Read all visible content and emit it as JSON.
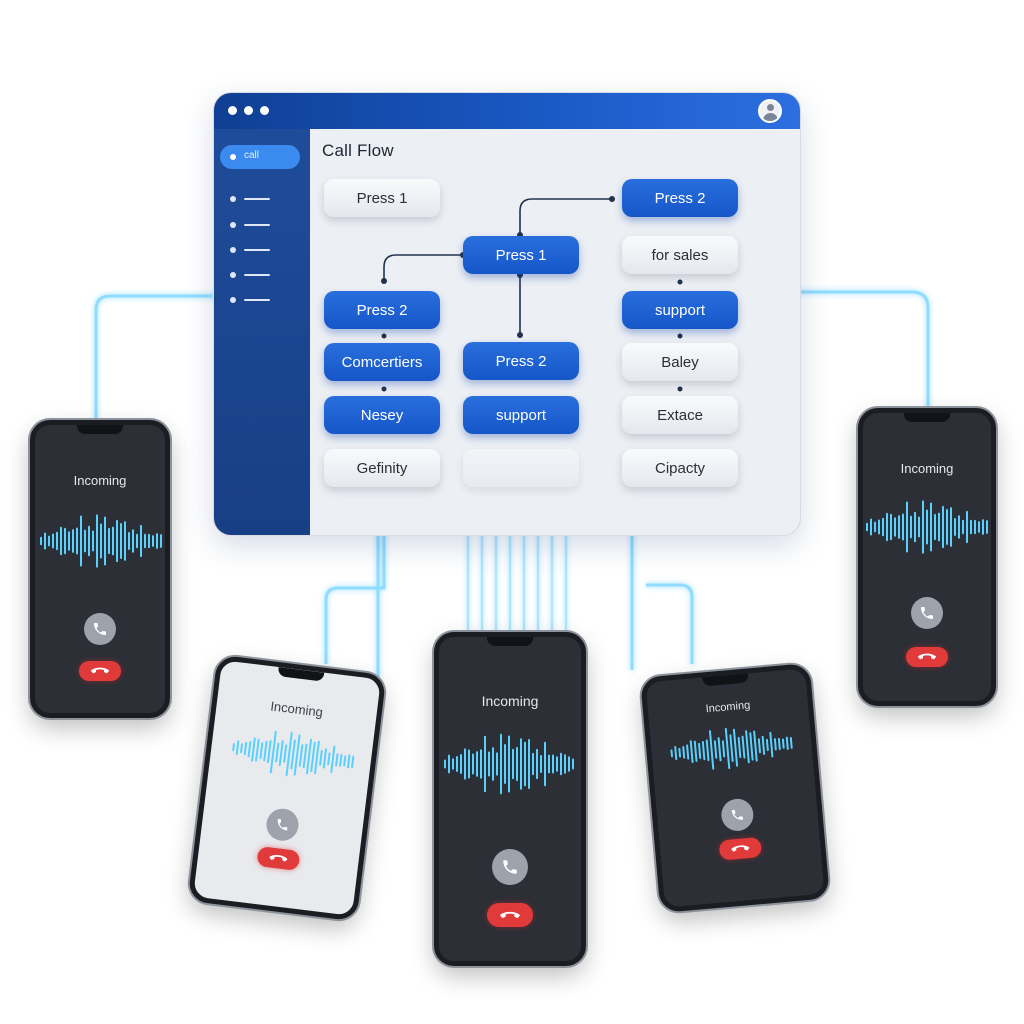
{
  "panel": {
    "title": "Call Flow",
    "sidebar_active": "call",
    "nodes": {
      "n1": "Press 1",
      "n2": "Press 2",
      "n3": "Comcertiers",
      "n4": "Nesey",
      "n5": "Gefinity",
      "n6": "Press 1",
      "n7": "Press 2",
      "n8": "support",
      "n9": "Press 2",
      "n10": "for sales",
      "n11": "support",
      "n12": "Baley",
      "n13": "Extace",
      "n14": "Cipacty"
    }
  },
  "phones": {
    "label": "Incoming",
    "answer_icon": "phone-answer-icon",
    "decline_icon": "phone-decline-icon"
  },
  "colors": {
    "brand_blue": "#1556c8",
    "glow": "#59c8ff",
    "decline_red": "#e03a3a"
  }
}
